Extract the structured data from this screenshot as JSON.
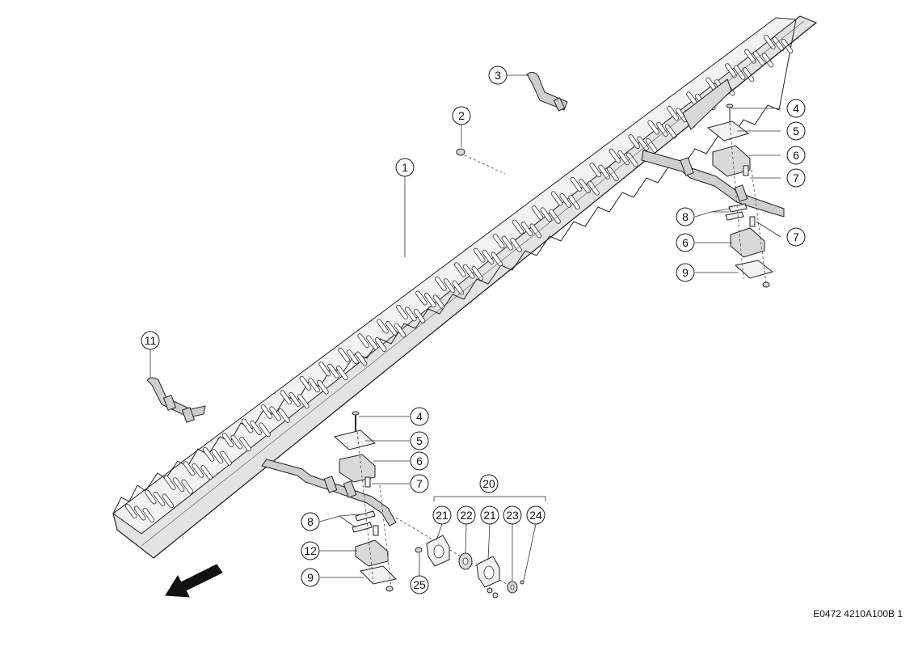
{
  "drawing_code": "E0472 4210A100B 1",
  "callouts": [
    {
      "id": "c1",
      "label": "1"
    },
    {
      "id": "c2",
      "label": "2"
    },
    {
      "id": "c3",
      "label": "3"
    },
    {
      "id": "c4a",
      "label": "4"
    },
    {
      "id": "c5a",
      "label": "5"
    },
    {
      "id": "c6a",
      "label": "6"
    },
    {
      "id": "c7a",
      "label": "7"
    },
    {
      "id": "c8a",
      "label": "8"
    },
    {
      "id": "c7b",
      "label": "7"
    },
    {
      "id": "c6b",
      "label": "6"
    },
    {
      "id": "c9a",
      "label": "9"
    },
    {
      "id": "c11",
      "label": "11"
    },
    {
      "id": "c4b",
      "label": "4"
    },
    {
      "id": "c5b",
      "label": "5"
    },
    {
      "id": "c6c",
      "label": "6"
    },
    {
      "id": "c7c",
      "label": "7"
    },
    {
      "id": "c20",
      "label": "20"
    },
    {
      "id": "c8b",
      "label": "8"
    },
    {
      "id": "c21a",
      "label": "21"
    },
    {
      "id": "c22",
      "label": "22"
    },
    {
      "id": "c21b",
      "label": "21"
    },
    {
      "id": "c23",
      "label": "23"
    },
    {
      "id": "c24",
      "label": "24"
    },
    {
      "id": "c12",
      "label": "12"
    },
    {
      "id": "c9b",
      "label": "9"
    },
    {
      "id": "c25",
      "label": "25"
    }
  ],
  "icons": {
    "direction_arrow": "arrow-down-left-icon"
  },
  "colors": {
    "line": "#222222",
    "fill": "#d9d9d9",
    "background": "#ffffff"
  }
}
